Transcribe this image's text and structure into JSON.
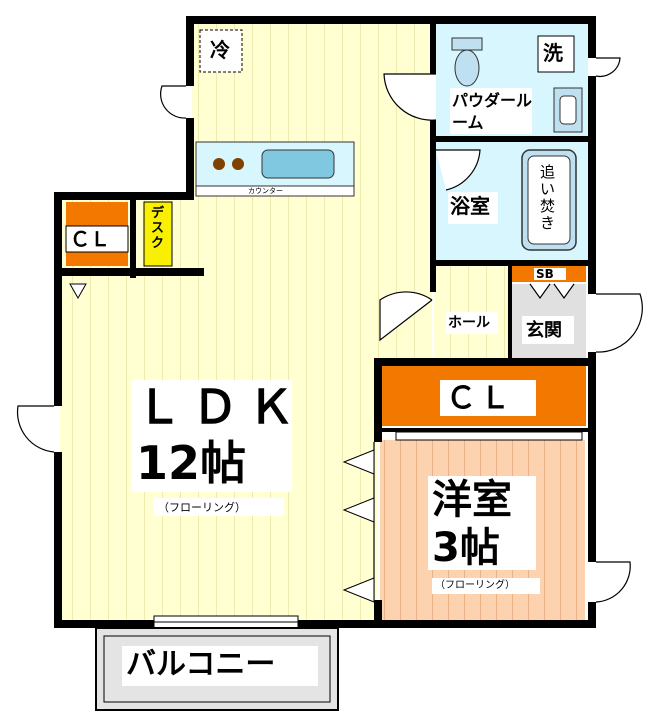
{
  "rooms": {
    "ldk_name": "ＬＤＫ",
    "ldk_size": "12帖",
    "ldk_floor": "（フローリング）",
    "western_name": "洋室",
    "western_size": "3帖",
    "western_floor": "（フローリング）",
    "powder_room": "パウダールーム",
    "washer": "洗",
    "bathroom": "浴室",
    "reheat": "追い焚き",
    "hall": "ホール",
    "entrance": "玄関",
    "shoe_box": "SB",
    "closet_ldk": "ＣＬ",
    "closet_western": "ＣＬ",
    "desk": "デスク",
    "fridge": "冷",
    "counter": "カウンター",
    "balcony": "バルコニー"
  },
  "colors": {
    "wall": "#000000",
    "flooring_ldk": "#ffffd2",
    "flooring_ldk_lines": "#d8d890",
    "flooring_western": "#fcd3ae",
    "flooring_western_lines": "#d89060",
    "closet_orange": "#f27800",
    "desk_yellow": "#f8f000",
    "wet_area": "#d8f6fe",
    "bath_fixture": "#bfe0f0",
    "entrance_gray": "#e0e0e0",
    "balcony_gray": "#e4e4e4"
  }
}
